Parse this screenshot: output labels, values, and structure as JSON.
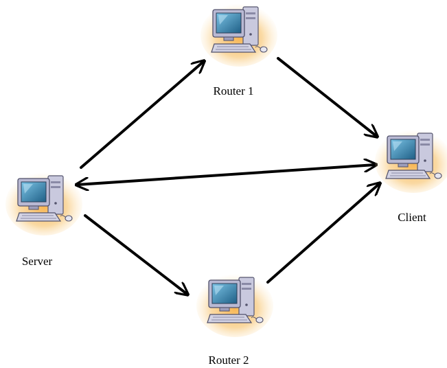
{
  "diagram": {
    "nodes": [
      {
        "id": "router1",
        "label": "Router 1",
        "icon": "computer-icon"
      },
      {
        "id": "client",
        "label": "Client",
        "icon": "computer-icon"
      },
      {
        "id": "server",
        "label": "Server",
        "icon": "computer-icon"
      },
      {
        "id": "router2",
        "label": "Router 2",
        "icon": "computer-icon"
      }
    ],
    "edges": [
      {
        "from": "server",
        "to": "router1",
        "direction": "forward"
      },
      {
        "from": "router1",
        "to": "client",
        "direction": "forward"
      },
      {
        "from": "server",
        "to": "client",
        "direction": "both"
      },
      {
        "from": "server",
        "to": "router2",
        "direction": "forward"
      },
      {
        "from": "router2",
        "to": "client",
        "direction": "forward"
      }
    ],
    "colors": {
      "glow": "#f5a623",
      "monitor_body": "#b9b9d3",
      "screen": "#2f7fa8",
      "arrow": "#000000"
    }
  }
}
